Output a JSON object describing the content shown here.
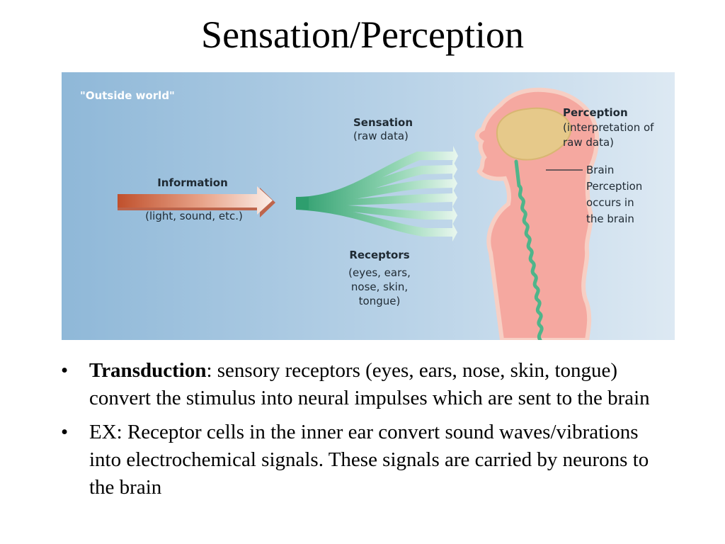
{
  "slide": {
    "title": "Sensation/Perception"
  },
  "figure": {
    "outside_world": "\"Outside world\"",
    "information_title": "Information",
    "information_sub": "(light, sound, etc.)",
    "sensation_title": "Sensation",
    "sensation_sub": "(raw data)",
    "receptors_title": "Receptors",
    "receptors_lines": [
      "(eyes, ears,",
      "nose, skin,",
      "tongue)"
    ],
    "perception_title": "Perception",
    "perception_lines": [
      "(interpretation of",
      "raw data)"
    ],
    "brain_lines": [
      "Brain",
      "Perception",
      "occurs in",
      "the brain"
    ],
    "colors": {
      "bg_left": "#8fb8d8",
      "bg_right": "#dde9f3",
      "info_arrow": "#c0502c",
      "fan_green": "#2e9e6e",
      "body_fill": "#f5a8a0",
      "body_outline": "#f7cfc4",
      "brain_fill": "#e6c98a",
      "spine_green": "#4fb58a"
    }
  },
  "bullets": [
    {
      "bullet": "•",
      "term": "Transduction",
      "text": ": sensory receptors (eyes, ears, nose, skin, tongue) convert the stimulus into neural impulses which are sent to the brain"
    },
    {
      "bullet": "•",
      "text": "EX:  Receptor cells in the inner ear convert sound waves/vibrations into electrochemical signals.  These signals are carried by neurons to the brain"
    }
  ]
}
